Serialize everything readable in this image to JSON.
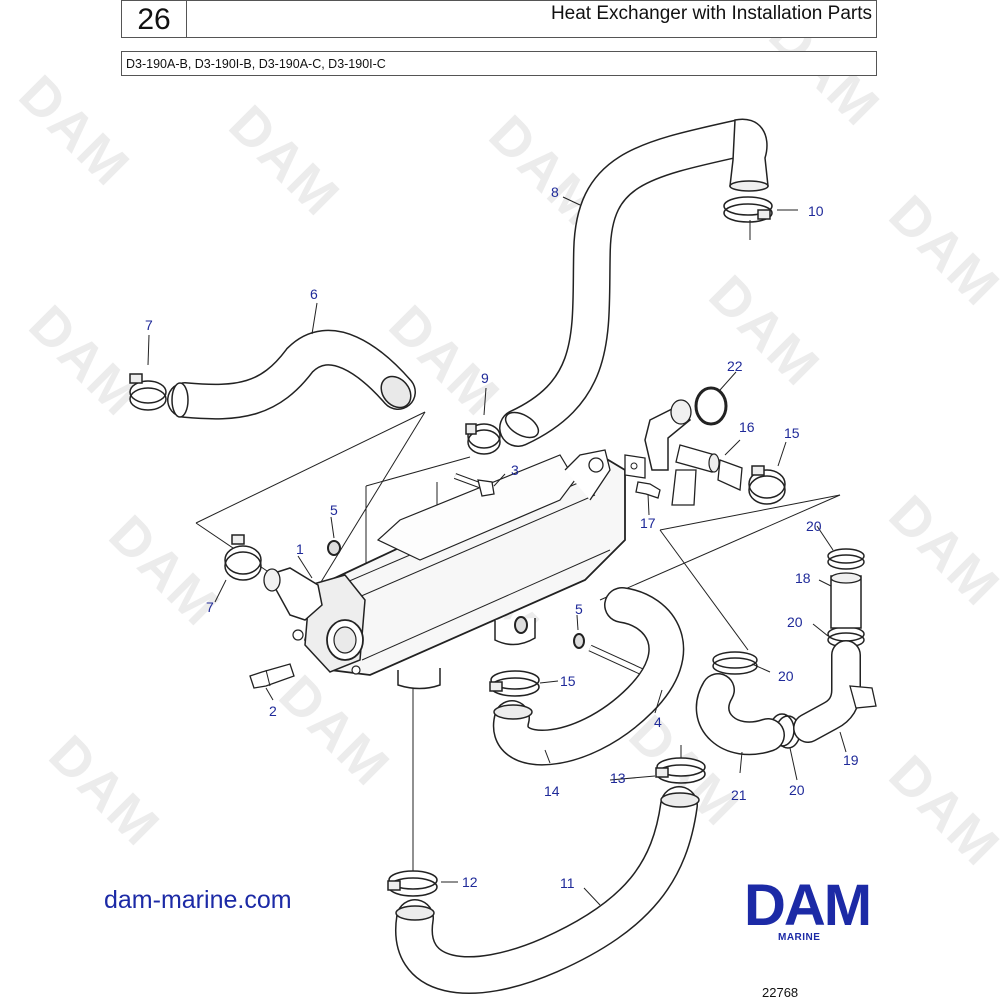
{
  "header": {
    "page_number": "26",
    "title": "Heat Exchanger with Installation Parts",
    "models": "D3-190A-B, D3-190I-B, D3-190A-C, D3-190I-C"
  },
  "watermark": "DAM",
  "parts": {
    "p1": "1",
    "p2": "2",
    "p3": "3",
    "p4": "4",
    "p5a": "5",
    "p5b": "5",
    "p6": "6",
    "p7a": "7",
    "p7b": "7",
    "p8": "8",
    "p9": "9",
    "p10": "10",
    "p11": "11",
    "p12": "12",
    "p13": "13",
    "p14": "14",
    "p15a": "15",
    "p15b": "15",
    "p16": "16",
    "p17": "17",
    "p18": "18",
    "p19": "19",
    "p20a": "20",
    "p20b": "20",
    "p20c": "20",
    "p20d": "20",
    "p21": "21",
    "p22": "22"
  },
  "footer": {
    "website": "dam-marine.com",
    "logo_text": "DAM",
    "logo_subtext": "MARINE",
    "drawing_number": "22768"
  },
  "colors": {
    "brand": "#1c2aa6",
    "label": "#1f2a99"
  }
}
